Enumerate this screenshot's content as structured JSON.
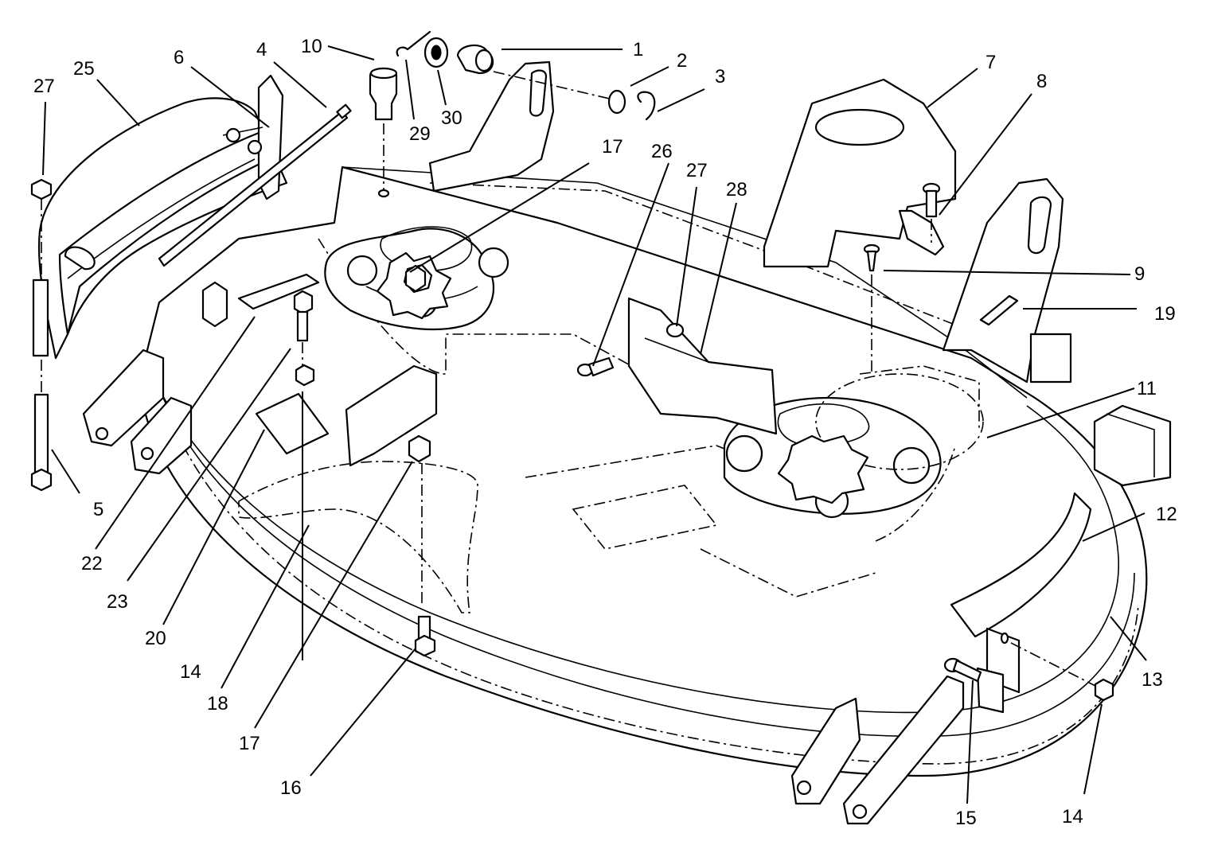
{
  "callouts": [
    {
      "id": "c1",
      "label": "1"
    },
    {
      "id": "c2",
      "label": "2"
    },
    {
      "id": "c3",
      "label": "3"
    },
    {
      "id": "c4",
      "label": "4"
    },
    {
      "id": "c5",
      "label": "5"
    },
    {
      "id": "c6",
      "label": "6"
    },
    {
      "id": "c7",
      "label": "7"
    },
    {
      "id": "c8",
      "label": "8"
    },
    {
      "id": "c9",
      "label": "9"
    },
    {
      "id": "c10",
      "label": "10"
    },
    {
      "id": "c11",
      "label": "11"
    },
    {
      "id": "c12",
      "label": "12"
    },
    {
      "id": "c13",
      "label": "13"
    },
    {
      "id": "c14a",
      "label": "14"
    },
    {
      "id": "c14b",
      "label": "14"
    },
    {
      "id": "c15",
      "label": "15"
    },
    {
      "id": "c16",
      "label": "16"
    },
    {
      "id": "c17a",
      "label": "17"
    },
    {
      "id": "c17b",
      "label": "17"
    },
    {
      "id": "c18",
      "label": "18"
    },
    {
      "id": "c19",
      "label": "19"
    },
    {
      "id": "c20",
      "label": "20"
    },
    {
      "id": "c22",
      "label": "22"
    },
    {
      "id": "c23",
      "label": "23"
    },
    {
      "id": "c25",
      "label": "25"
    },
    {
      "id": "c26",
      "label": "26"
    },
    {
      "id": "c27a",
      "label": "27"
    },
    {
      "id": "c27b",
      "label": "27"
    },
    {
      "id": "c28",
      "label": "28"
    },
    {
      "id": "c29",
      "label": "29"
    },
    {
      "id": "c30",
      "label": "30"
    }
  ],
  "colors": {
    "line": "#000000",
    "background": "#ffffff"
  }
}
